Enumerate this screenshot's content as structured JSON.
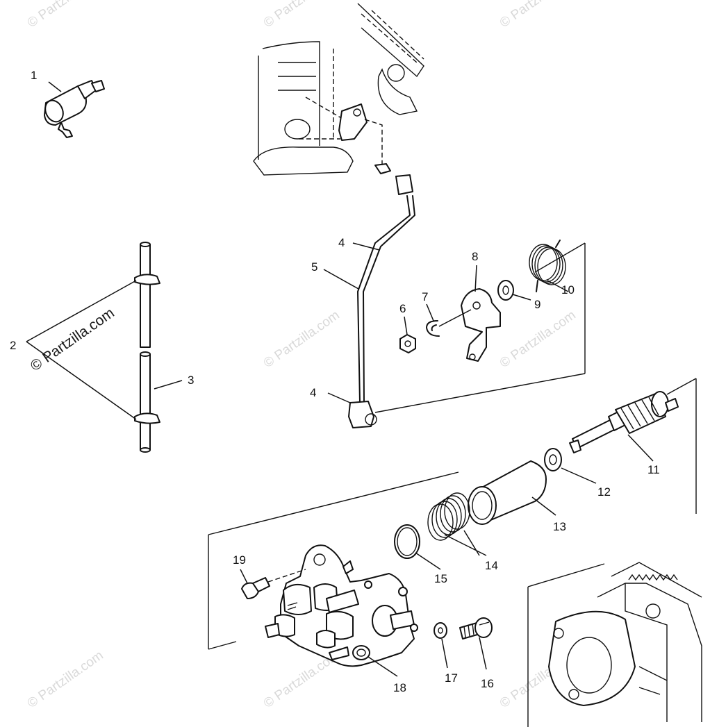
{
  "labels": {
    "l1": "1",
    "l2": "2",
    "l3": "3",
    "l4a": "4",
    "l4b": "4",
    "l5": "5",
    "l6": "6",
    "l7": "7",
    "l8": "8",
    "l9": "9",
    "l10": "10",
    "l11": "11",
    "l12": "12",
    "l13": "13",
    "l14": "14",
    "l15": "15",
    "l16": "16",
    "l17": "17",
    "l18": "18",
    "l19": "19"
  },
  "watermark": {
    "text": "© Partzilla.com",
    "color": "#d9d9d9"
  },
  "colors": {
    "line": "#111111",
    "background": "#ffffff"
  }
}
